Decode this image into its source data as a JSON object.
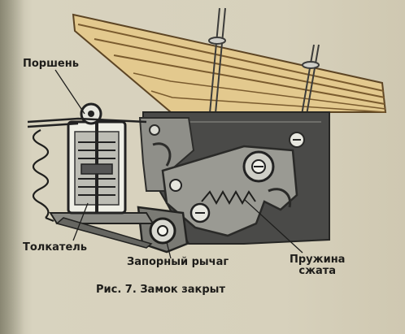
{
  "labels": {
    "piston": "Поршень",
    "pusher": "Толкатель",
    "lock_lever": "Запорный рычаг",
    "spring_line1": "Пружина",
    "spring_line2": "сжата"
  },
  "caption": "Рис. 7. Замок закрыт",
  "colors": {
    "wood": "#e3c98e",
    "wood_line": "#7a5b2e",
    "metal": "#4a4a48",
    "metal_light": "#8f8f89",
    "ink": "#1e1d1a"
  }
}
